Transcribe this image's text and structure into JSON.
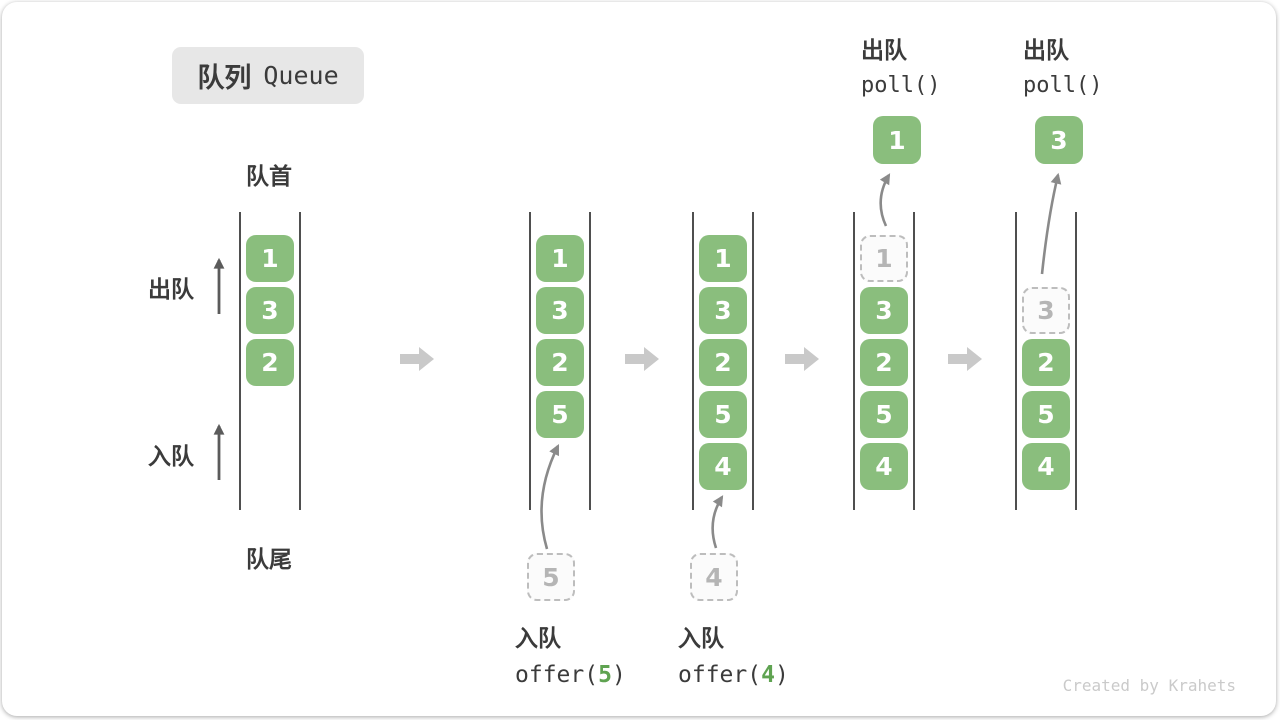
{
  "title": {
    "zh": "队列",
    "en": "Queue"
  },
  "labels": {
    "front": "队首",
    "rear": "队尾",
    "dequeue": "出队",
    "enqueue": "入队"
  },
  "watermark": "Created by Krahets",
  "colors": {
    "item_green": "#8abe7d",
    "text_dark": "#3b3b3b",
    "block_arrow_gray": "#c9c9c9",
    "curve_arrow_gray": "#8a8a8a",
    "ghost_border": "#bdbdbd",
    "ghost_text": "#b5b5b5",
    "accent_green_digit": "#5fa351",
    "title_bg": "#e7e7e7",
    "watermark_gray": "#cacaca"
  },
  "columns": [
    {
      "name": "initial",
      "slots": [
        {
          "slot": 1,
          "value": "1",
          "kind": "solid"
        },
        {
          "slot": 2,
          "value": "3",
          "kind": "solid"
        },
        {
          "slot": 3,
          "value": "2",
          "kind": "solid"
        }
      ]
    },
    {
      "name": "offer-5",
      "slots": [
        {
          "slot": 1,
          "value": "1",
          "kind": "solid"
        },
        {
          "slot": 2,
          "value": "3",
          "kind": "solid"
        },
        {
          "slot": 3,
          "value": "2",
          "kind": "solid"
        },
        {
          "slot": 4,
          "value": "5",
          "kind": "solid"
        }
      ],
      "ghost_below": "5",
      "caption": {
        "action": "入队",
        "code_prefix": "offer(",
        "code_arg": "5",
        "code_suffix": ")"
      }
    },
    {
      "name": "offer-4",
      "slots": [
        {
          "slot": 1,
          "value": "1",
          "kind": "solid"
        },
        {
          "slot": 2,
          "value": "3",
          "kind": "solid"
        },
        {
          "slot": 3,
          "value": "2",
          "kind": "solid"
        },
        {
          "slot": 4,
          "value": "5",
          "kind": "solid"
        },
        {
          "slot": 5,
          "value": "4",
          "kind": "solid"
        }
      ],
      "ghost_below": "4",
      "caption": {
        "action": "入队",
        "code_prefix": "offer(",
        "code_arg": "4",
        "code_suffix": ")"
      }
    },
    {
      "name": "poll-1",
      "slots": [
        {
          "slot": 1,
          "value": "1",
          "kind": "ghost"
        },
        {
          "slot": 2,
          "value": "3",
          "kind": "solid"
        },
        {
          "slot": 3,
          "value": "2",
          "kind": "solid"
        },
        {
          "slot": 4,
          "value": "5",
          "kind": "solid"
        },
        {
          "slot": 5,
          "value": "4",
          "kind": "solid"
        }
      ],
      "top_label": {
        "action": "出队",
        "code": "poll()"
      },
      "popped": "1"
    },
    {
      "name": "poll-3",
      "slots": [
        {
          "slot": 2,
          "value": "3",
          "kind": "ghost"
        },
        {
          "slot": 3,
          "value": "2",
          "kind": "solid"
        },
        {
          "slot": 4,
          "value": "5",
          "kind": "solid"
        },
        {
          "slot": 5,
          "value": "4",
          "kind": "solid"
        }
      ],
      "top_label": {
        "action": "出队",
        "code": "poll()"
      },
      "popped": "3"
    }
  ]
}
